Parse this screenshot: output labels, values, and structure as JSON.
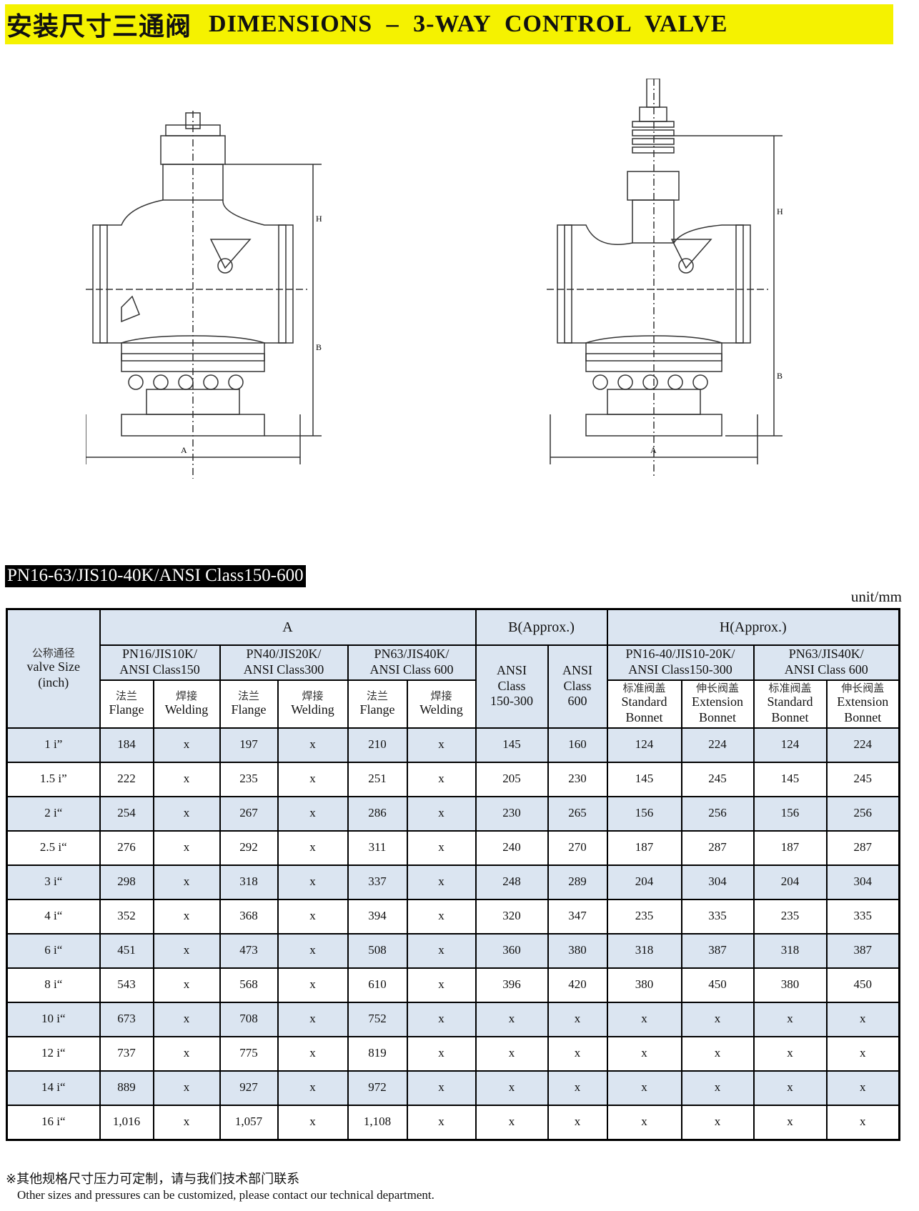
{
  "header": {
    "title_cn": "安装尺寸三通阀",
    "title_en": "DIMENSIONS –   3-WAY  CONTROL  VALVE"
  },
  "drawing": {
    "dim_a": "A",
    "dim_b": "B",
    "dim_h": "H"
  },
  "pressure_label": "PN16-63/JIS10-40K/ANSI Class150-600",
  "unit": "unit/mm",
  "table": {
    "size_header": [
      "公称通径",
      "valve Size",
      "(inch)"
    ],
    "group_a": "A",
    "group_b": "B(Approx.)",
    "group_h": "H(Approx.)",
    "a_sub": [
      [
        "PN16/JIS10K/",
        "ANSI Class150"
      ],
      [
        "PN40/JIS20K/",
        "ANSI Class300"
      ],
      [
        "PN63/JIS40K/",
        "ANSI Class 600"
      ]
    ],
    "flange": [
      "法兰",
      "Flange"
    ],
    "welding": [
      "焊接",
      "Welding"
    ],
    "b_sub": [
      [
        "ANSI",
        "Class",
        "150-300"
      ],
      [
        "ANSI",
        "Class",
        "600"
      ]
    ],
    "h_sub": [
      [
        "PN16-40/JIS10-20K/",
        "ANSI Class150-300"
      ],
      [
        "PN63/JIS40K/",
        "ANSI Class 600"
      ]
    ],
    "standard": [
      "标准阀盖",
      "Standard",
      "Bonnet"
    ],
    "extension": [
      "伸长阀盖",
      "Extension",
      "Bonnet"
    ],
    "rows": [
      [
        "1 i”",
        "184",
        "x",
        "197",
        "x",
        "210",
        "x",
        "145",
        "160",
        "124",
        "224",
        "124",
        "224"
      ],
      [
        "1.5 i”",
        "222",
        "x",
        "235",
        "x",
        "251",
        "x",
        "205",
        "230",
        "145",
        "245",
        "145",
        "245"
      ],
      [
        "2 i“",
        "254",
        "x",
        "267",
        "x",
        "286",
        "x",
        "230",
        "265",
        "156",
        "256",
        "156",
        "256"
      ],
      [
        "2.5 i“",
        "276",
        "x",
        "292",
        "x",
        "311",
        "x",
        "240",
        "270",
        "187",
        "287",
        "187",
        "287"
      ],
      [
        "3 i“",
        "298",
        "x",
        "318",
        "x",
        "337",
        "x",
        "248",
        "289",
        "204",
        "304",
        "204",
        "304"
      ],
      [
        "4 i“",
        "352",
        "x",
        "368",
        "x",
        "394",
        "x",
        "320",
        "347",
        "235",
        "335",
        "235",
        "335"
      ],
      [
        "6 i“",
        "451",
        "x",
        "473",
        "x",
        "508",
        "x",
        "360",
        "380",
        "318",
        "387",
        "318",
        "387"
      ],
      [
        "8 i“",
        "543",
        "x",
        "568",
        "x",
        "610",
        "x",
        "396",
        "420",
        "380",
        "450",
        "380",
        "450"
      ],
      [
        "10 i“",
        "673",
        "x",
        "708",
        "x",
        "752",
        "x",
        "x",
        "x",
        "x",
        "x",
        "x",
        "x"
      ],
      [
        "12 i“",
        "737",
        "x",
        "775",
        "x",
        "819",
        "x",
        "x",
        "x",
        "x",
        "x",
        "x",
        "x"
      ],
      [
        "14 i“",
        "889",
        "x",
        "927",
        "x",
        "972",
        "x",
        "x",
        "x",
        "x",
        "x",
        "x",
        "x"
      ],
      [
        "16 i“",
        "1,016",
        "x",
        "1,057",
        "x",
        "1,108",
        "x",
        "x",
        "x",
        "x",
        "x",
        "x",
        "x"
      ]
    ]
  },
  "note_cn": "※其他规格尺寸压力可定制，请与我们技术部门联系",
  "note_en": "Other sizes and pressures can be customized, please contact our technical department."
}
